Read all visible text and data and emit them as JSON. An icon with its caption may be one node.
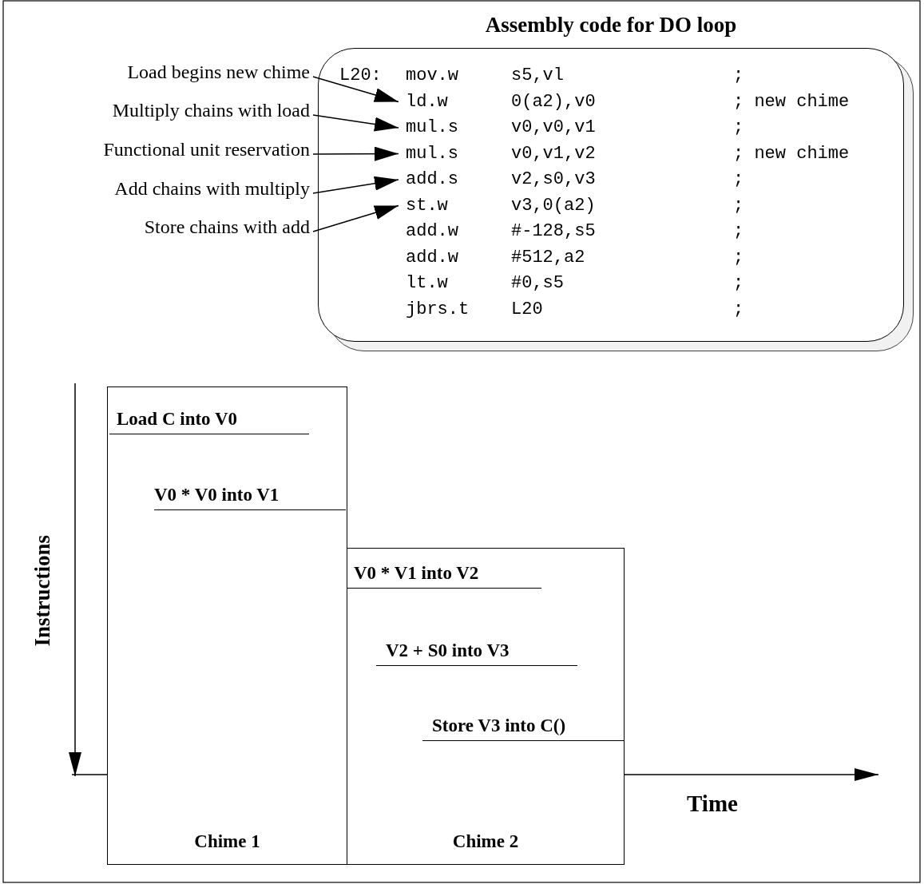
{
  "diagram": {
    "nodes": [
      {
        "text": [
          "Assembly code for DO loop"
        ]
      },
      {
        "text": [
          "L20:",
          "mov.w",
          "s5,vl",
          ";"
        ],
        "in": 0
      },
      {
        "text": [
          "ld.w",
          "0(a2),v0",
          "; new chime"
        ],
        "in": 0
      },
      {
        "text": [
          "mul.s",
          "v0,v0,v1",
          ";"
        ],
        "in": 0
      },
      {
        "text": [
          "mul.s",
          "v0,v1,v2",
          "; new chime"
        ],
        "in": 0
      },
      {
        "text": [
          "add.s",
          "v2,s0,v3",
          ";"
        ],
        "in": 0
      },
      {
        "text": [
          "st.w",
          "v3,0(a2)",
          ";"
        ],
        "in": 0
      },
      {
        "text": [
          "add.w",
          "#-128,s5",
          ";"
        ],
        "in": 0
      },
      {
        "text": [
          "add.w",
          "#512,a2",
          ";"
        ],
        "in": 0
      },
      {
        "text": [
          "lt.w",
          "#0,s5",
          ";"
        ],
        "in": 0
      },
      {
        "text": [
          "jbrs.t",
          "L20",
          ";"
        ],
        "in": 0
      },
      {
        "text": [
          "Load begins new chime"
        ]
      },
      {
        "text": [
          "Multiply chains with load"
        ]
      },
      {
        "text": [
          "Functional unit reservation"
        ]
      },
      {
        "text": [
          "Add chains with multiply"
        ]
      },
      {
        "text": [
          "Store chains with add"
        ]
      },
      {
        "text": [
          "Chime 1"
        ]
      },
      {
        "text": [
          "Load C into V0"
        ],
        "in": 16
      },
      {
        "text": [
          "V0 * V0 into V1"
        ],
        "in": 16
      },
      {
        "text": [
          "Chime 2"
        ]
      },
      {
        "text": [
          "V0 * V1 into V2"
        ],
        "in": 19
      },
      {
        "text": [
          "V2 + S0 into V3"
        ],
        "in": 19
      },
      {
        "text": [
          "Store V3 into C()"
        ],
        "in": 19
      }
    ],
    "edges": [
      {
        "from": 11,
        "to": 2,
        "arrow": "to"
      },
      {
        "from": 12,
        "to": 3,
        "arrow": "to"
      },
      {
        "from": 13,
        "to": 4,
        "arrow": "to"
      },
      {
        "from": 14,
        "to": 5,
        "arrow": "to"
      },
      {
        "from": 15,
        "to": 6,
        "arrow": "to"
      }
    ],
    "labels": [
      "Instructions",
      "Time"
    ]
  }
}
